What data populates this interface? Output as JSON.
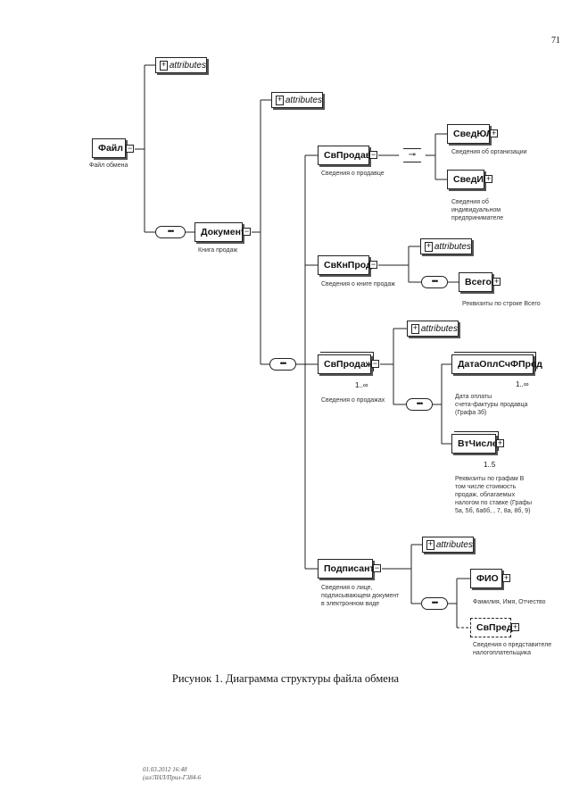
{
  "page_number": "71",
  "root": {
    "label": "Файл",
    "desc": "Файл обмена"
  },
  "attributes_label": "attributes",
  "document": {
    "label": "Документ",
    "desc": "Книга продаж"
  },
  "svprodav": {
    "label": "СвПродав",
    "desc": "Сведения о продавце"
  },
  "svedyul": {
    "label": "СведЮЛ",
    "desc": "Сведения об организации"
  },
  "svedip": {
    "label": "СведИП",
    "desc": [
      "Сведения об",
      "индивидуальном",
      "предпринимателе"
    ]
  },
  "svkniprod": {
    "label": "СвКнПрод",
    "desc": "Сведения о книге продаж"
  },
  "vsego": {
    "label": "Всего",
    "desc": "Реквизиты по строке Всего"
  },
  "svprodazh": {
    "label": "СвПродаж",
    "mult": "1..∞",
    "desc": "Сведения о продажах"
  },
  "dataopl": {
    "label": "ДатаОплСчФПрод",
    "mult": "1..∞",
    "desc": [
      "Дата оплаты",
      "счета-фактуры продавца",
      "(Графа 3б)"
    ]
  },
  "vtchisle": {
    "label": "ВтЧисле",
    "mult": "1..5",
    "desc": [
      "Реквизиты по графам В",
      "том числе стоимость",
      "продаж, облагаемых",
      "налогом по ставке (Графы",
      "5а, 5б, 6а6б, , 7, 8а, 8б, 9)"
    ]
  },
  "podpisant": {
    "label": "Подписант",
    "desc": [
      "Сведения о лице,",
      "подписывающем документ",
      "в электронном виде"
    ]
  },
  "fio": {
    "label": "ФИО",
    "desc": "Фамилия, Имя, Отчество"
  },
  "svpred": {
    "label": "СвПред",
    "desc": [
      "Сведения о представителе",
      "налогоплательщика"
    ]
  },
  "caption": "Рисунок 1. Диаграмма структуры файла обмена",
  "footer": [
    "01.03.2012 16:48",
    "(ал/ЛНЛ/Прил-Г384-6"
  ]
}
